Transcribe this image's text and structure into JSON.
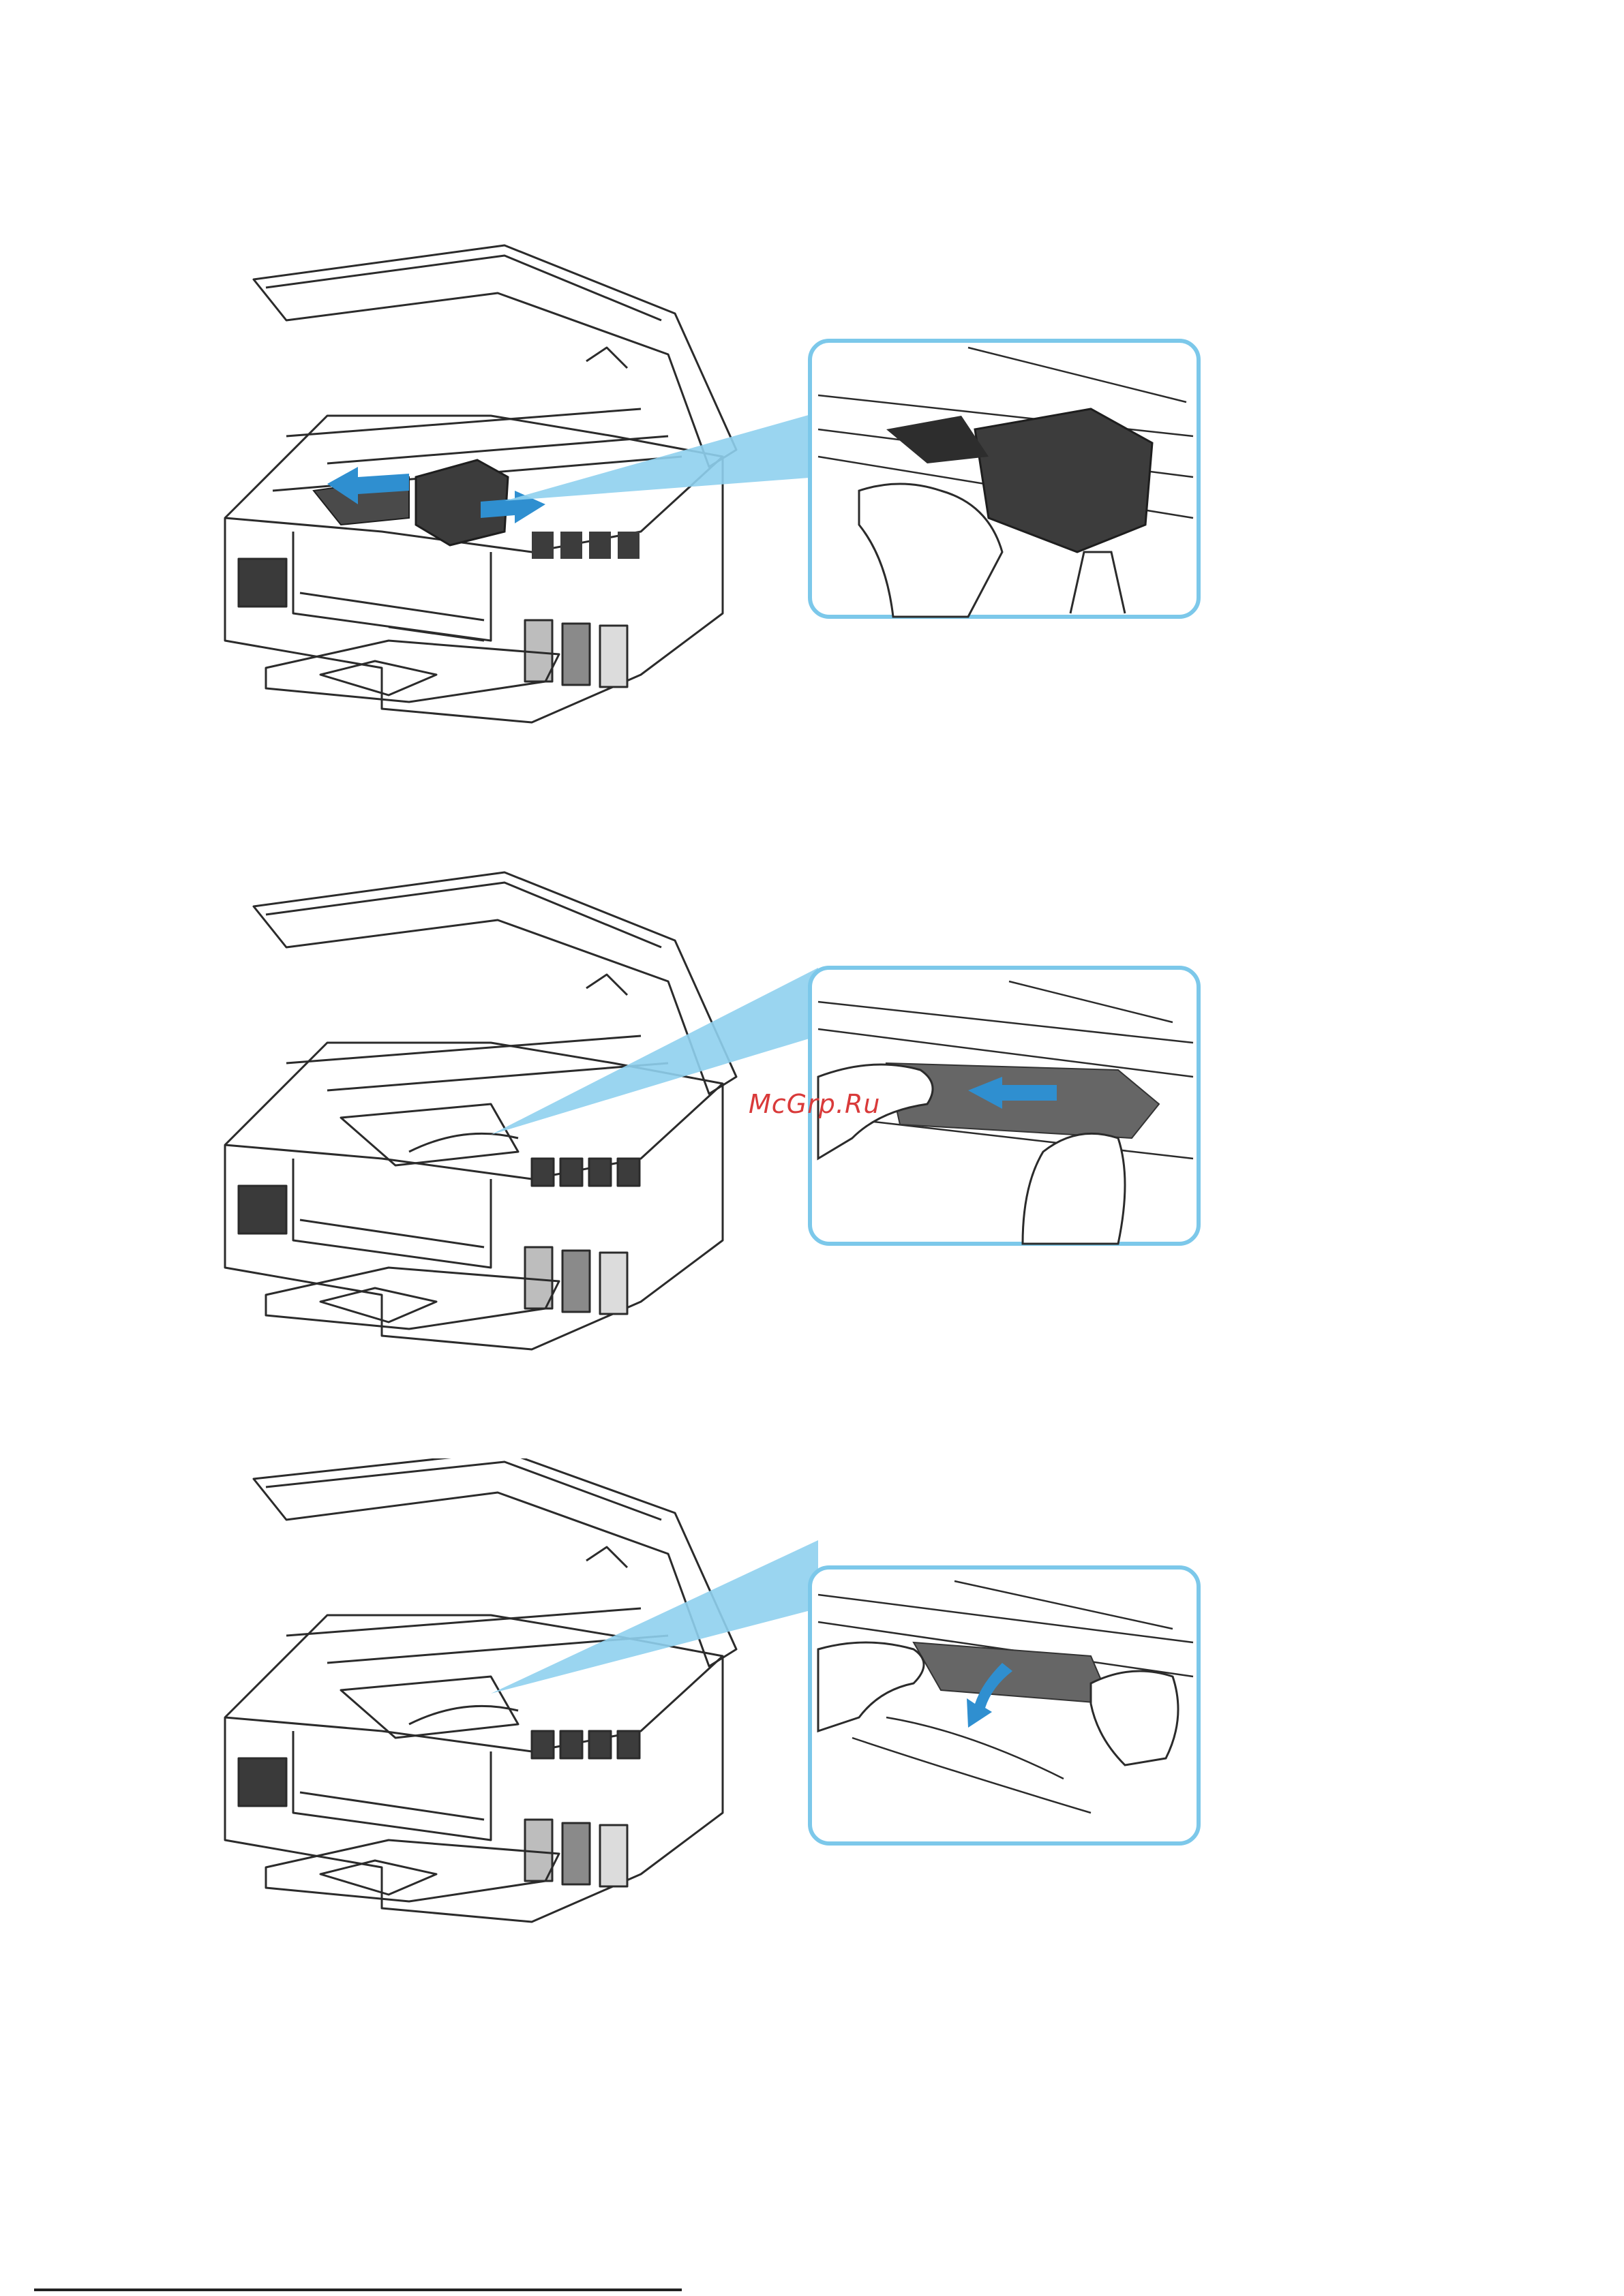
{
  "document": {
    "type": "printer manual page",
    "figures": [
      {
        "id": 1,
        "icons": [
          "printer-open-icon",
          "print-head-holder-icon",
          "move-arrows-icon",
          "hand-icon"
        ]
      },
      {
        "id": 2,
        "icons": [
          "printer-open-icon",
          "jammed-paper-icon",
          "pull-arrow-icon",
          "hand-icon"
        ]
      },
      {
        "id": 3,
        "icons": [
          "printer-open-icon",
          "jammed-paper-icon",
          "fold-arrow-icon",
          "hand-icon"
        ]
      }
    ]
  },
  "watermark": {
    "text": "McGrp.Ru"
  },
  "colors": {
    "callout_border": "#7cc8ea",
    "callout_beam": "#8fd0ee",
    "arrow": "#2f8fd0",
    "printer_line": "#2b2b2b",
    "dark_part": "#3c3c3c",
    "paper_gray": "#666666"
  }
}
